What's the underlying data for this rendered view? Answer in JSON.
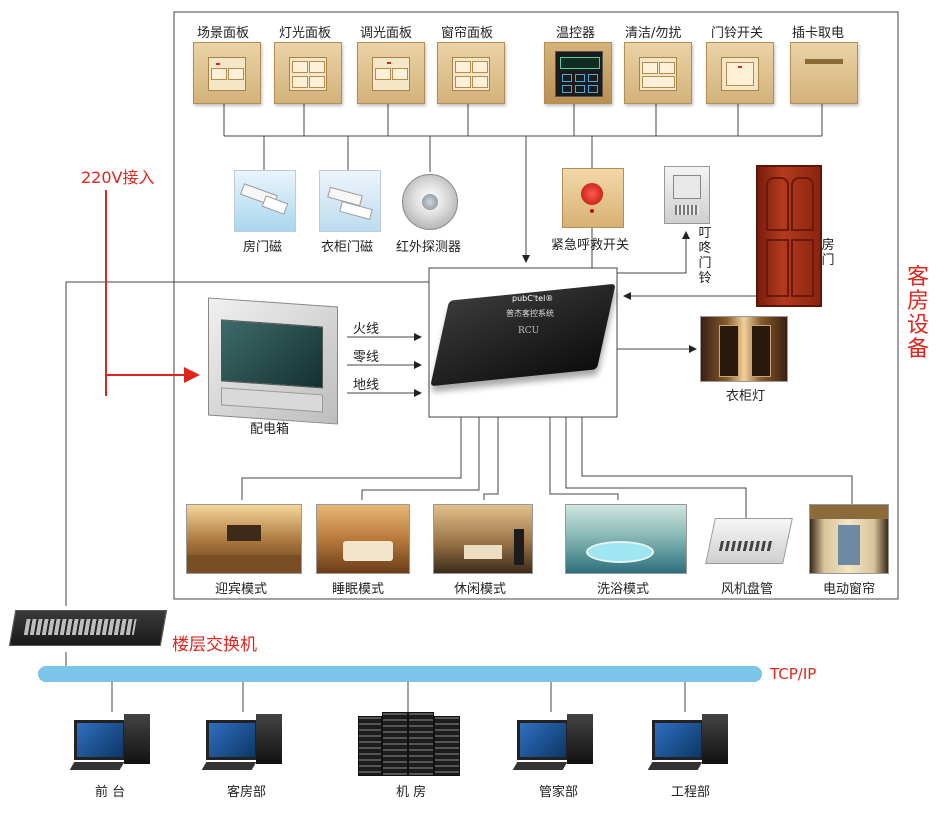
{
  "panels": {
    "scene": "场景面板",
    "light": "灯光面板",
    "dimmer": "调光面板",
    "curtain": "窗帘面板",
    "thermostat": "温控器",
    "clean_dnd": "清洁/勿扰",
    "doorbell_switch": "门铃开关",
    "card_power": "插卡取电"
  },
  "sensors": {
    "door_magnet": "房门磁",
    "wardrobe_magnet": "衣柜门磁",
    "ir_detector": "红外探测器",
    "emergency": "紧急呼救开关",
    "doorbell_chars": [
      "叮",
      "咚",
      "门",
      "铃"
    ],
    "room_door_chars": [
      "房",
      "门"
    ]
  },
  "power": {
    "input_label": "220V接入",
    "box_label": "配电箱",
    "live": "火线",
    "neutral": "零线",
    "ground": "地线"
  },
  "rcu": {
    "brand": "pubC'tel®",
    "name": "普杰客控系统",
    "code": "RCU"
  },
  "wardrobe_light": "衣柜灯",
  "side_title_chars": [
    "客",
    "房",
    "设",
    "备"
  ],
  "modes": {
    "welcome": "迎宾模式",
    "sleep": "睡眠模式",
    "leisure": "休闲模式",
    "bath": "洗浴模式",
    "fan_coil": "风机盘管",
    "curtain": "电动窗帘"
  },
  "network": {
    "switch_label": "楼层交换机",
    "protocol": "TCP/IP",
    "front_desk": "前 台",
    "housekeeping": "客房部",
    "server_room": "机 房",
    "butler": "管家部",
    "engineering": "工程部"
  },
  "colors": {
    "accent_red": "#e0261c",
    "bus_blue": "#7cc4ea"
  }
}
